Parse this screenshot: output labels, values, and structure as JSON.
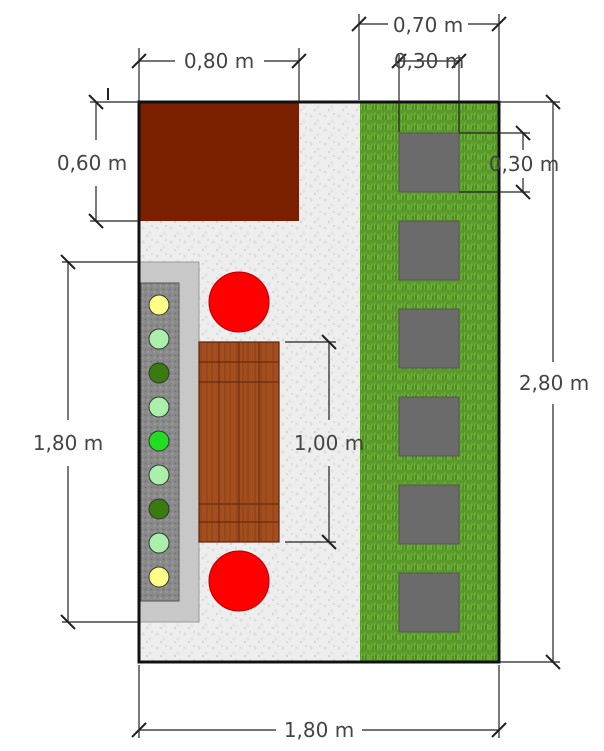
{
  "dimensions": {
    "top_width_bed": "0,80 m",
    "top_width_lawn": "0,70 m",
    "stone_width": "0,30 m",
    "bed_depth": "0,60 m",
    "stone_spacing": "0,30 m",
    "planter_length": "1,80 m",
    "bench_length": "1,00 m",
    "total_height": "2,80 m",
    "total_width": "1,80 m"
  },
  "colors": {
    "bed": "#7a2000",
    "gravel": "#efefef",
    "lawn": "#5a9a2a",
    "stone": "#6b6b6b",
    "planter_frame": "#c8c8c8",
    "planter_soil": "#8c8c8c",
    "bench": "#9a4a1e",
    "red_plant": "#ff0000"
  },
  "planter_plants": [
    "#ffff88",
    "#aaf0aa",
    "#3a7a10",
    "#aaf0aa",
    "#22dd22",
    "#aaf0aa",
    "#3a7a10",
    "#aaf0aa",
    "#ffff88"
  ]
}
